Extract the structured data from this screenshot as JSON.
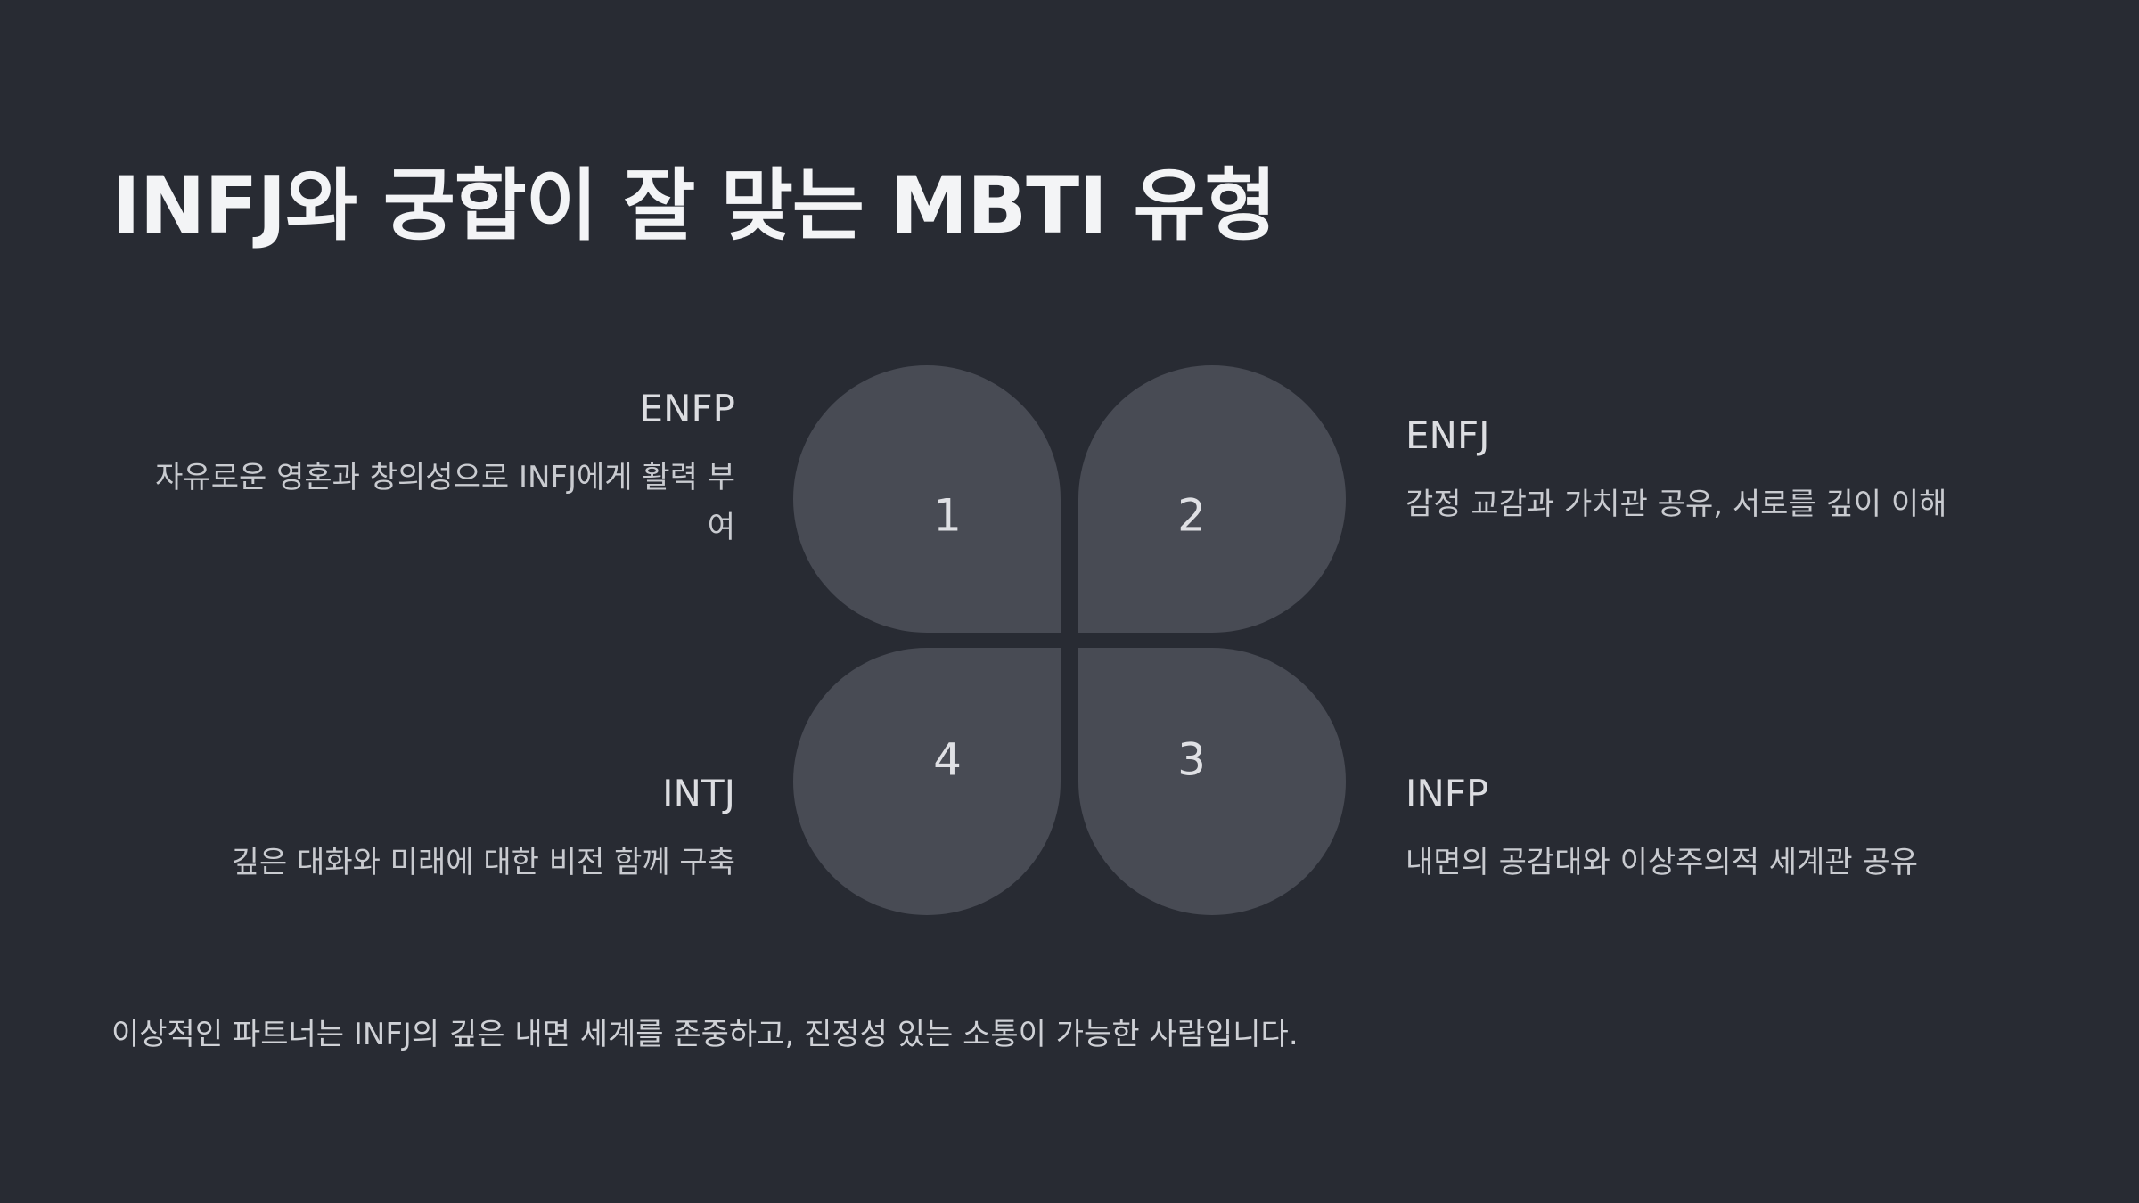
{
  "slide": {
    "title": "INFJ와 궁합이 잘 맞는 MBTI 유형",
    "footer": "이상적인 파트너는 INFJ의 깊은 내면 세계를 존중하고, 진정성 있는 소통이 가능한 사람입니다."
  },
  "colors": {
    "background": "#282b33",
    "petal": "#484b54",
    "text": "#e6e7ea"
  },
  "petals": [
    {
      "number": "1",
      "type": "ENFP",
      "description": "자유로운 영혼과 창의성으로 INFJ에게 활력 부여"
    },
    {
      "number": "2",
      "type": "ENFJ",
      "description": "감정 교감과 가치관 공유, 서로를 깊이 이해"
    },
    {
      "number": "3",
      "type": "INFP",
      "description": "내면의 공감대와 이상주의적 세계관 공유"
    },
    {
      "number": "4",
      "type": "INTJ",
      "description": "깊은 대화와 미래에 대한 비전 함께 구축"
    }
  ]
}
